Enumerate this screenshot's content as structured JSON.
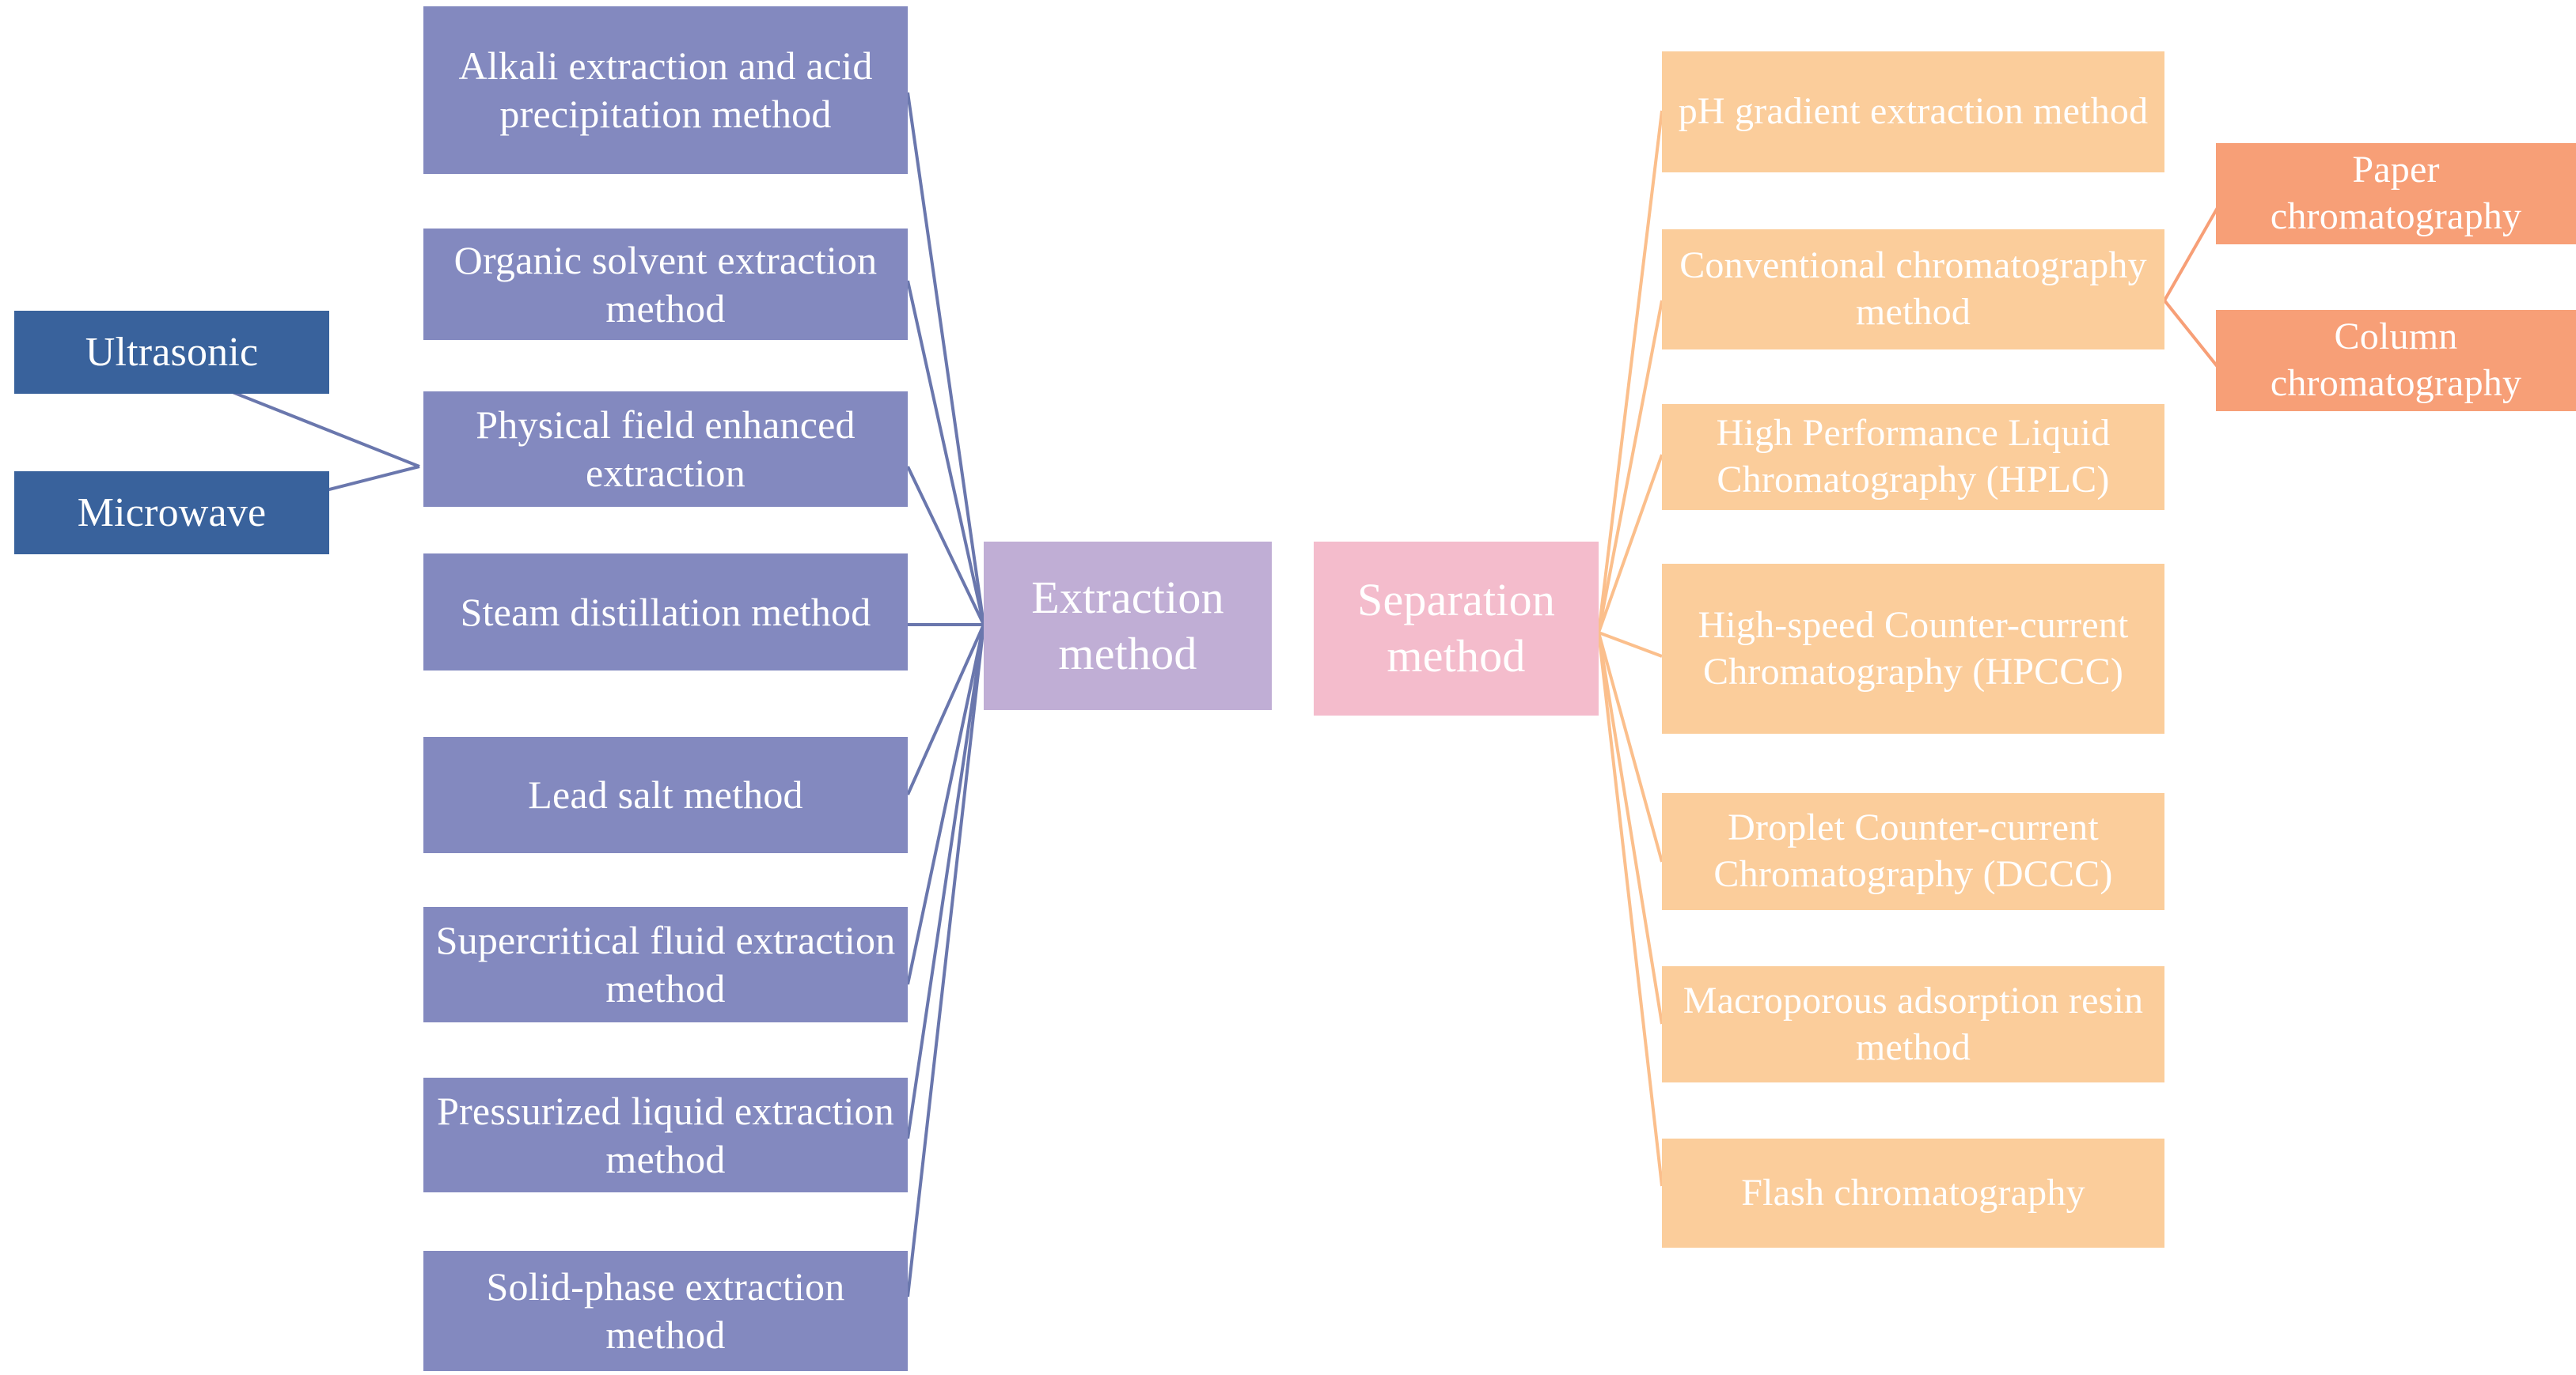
{
  "diagram": {
    "title": "Extraction and separation methods flowchart",
    "colors": {
      "source_blue": "#39629c",
      "extraction_purple": "#8389bf",
      "extraction_hub_lavender": "#c0aed5",
      "separation_hub_pink": "#f4bccc",
      "separation_orange": "#fbcd9b",
      "chromatography_orange": "#f79f77",
      "connector_blue": "#6a77ad",
      "connector_orange": "#fbbf8c",
      "connector_salmon": "#f79f77",
      "background": "#ffffff"
    }
  },
  "hubs": {
    "extraction": "Extraction method",
    "separation": "Separation method"
  },
  "sources": [
    {
      "label": "Ultrasonic"
    },
    {
      "label": "Microwave"
    }
  ],
  "extraction_methods": [
    {
      "label": "Alkali extraction and acid precipitation method"
    },
    {
      "label": "Organic solvent extraction method"
    },
    {
      "label": "Physical field enhanced extraction"
    },
    {
      "label": "Steam distillation method"
    },
    {
      "label": "Lead salt method"
    },
    {
      "label": "Supercritical fluid extraction method"
    },
    {
      "label": "Pressurized liquid extraction method"
    },
    {
      "label": "Solid-phase extraction method"
    }
  ],
  "separation_methods": [
    {
      "label": "pH gradient extraction method"
    },
    {
      "label": "Conventional chromatography method"
    },
    {
      "label": "High Performance Liquid Chromatography (HPLC)"
    },
    {
      "label": "High-speed Counter-current Chromatography (HPCCC)"
    },
    {
      "label": "Droplet Counter-current Chromatography (DCCC)"
    },
    {
      "label": "Macroporous adsorption resin method"
    },
    {
      "label": "Flash chromatography"
    }
  ],
  "chromatography_types": [
    {
      "label": "Paper chromatography"
    },
    {
      "label": "Column chromatography"
    }
  ]
}
